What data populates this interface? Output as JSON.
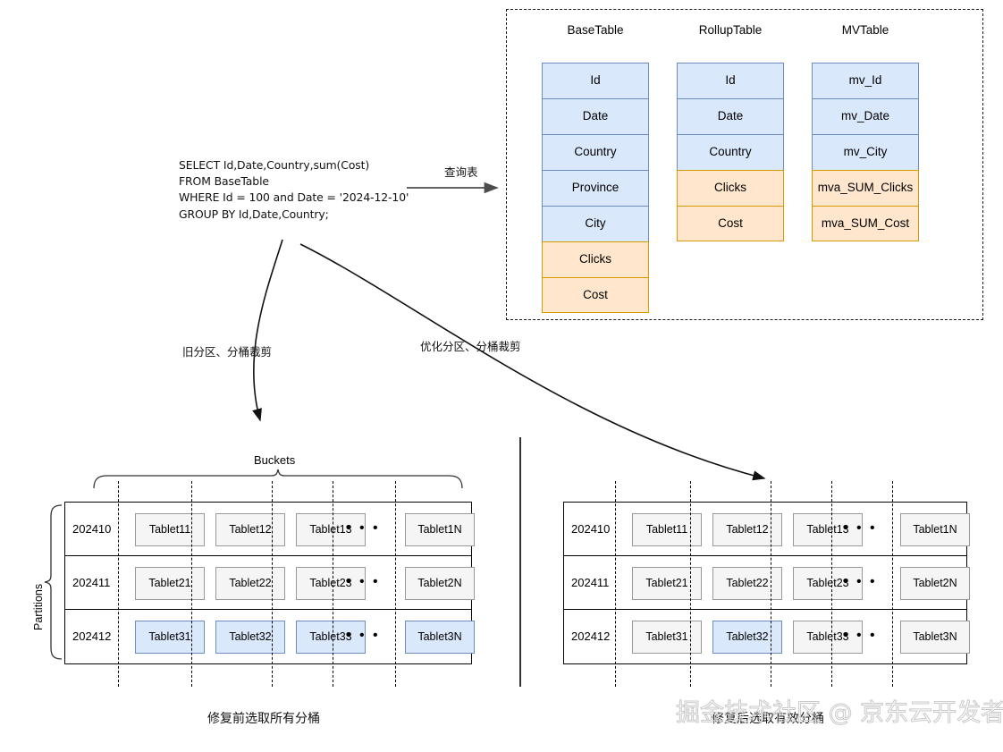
{
  "schema_panel": {
    "tables": [
      {
        "title": "BaseTable",
        "columns": [
          {
            "name": "Id",
            "kind": "key"
          },
          {
            "name": "Date",
            "kind": "key"
          },
          {
            "name": "Country",
            "kind": "key"
          },
          {
            "name": "Province",
            "kind": "key"
          },
          {
            "name": "City",
            "kind": "key"
          },
          {
            "name": "Clicks",
            "kind": "value"
          },
          {
            "name": "Cost",
            "kind": "value"
          }
        ]
      },
      {
        "title": "RollupTable",
        "columns": [
          {
            "name": "Id",
            "kind": "key"
          },
          {
            "name": "Date",
            "kind": "key"
          },
          {
            "name": "Country",
            "kind": "key"
          },
          {
            "name": "Clicks",
            "kind": "value"
          },
          {
            "name": "Cost",
            "kind": "value"
          }
        ]
      },
      {
        "title": "MVTable",
        "columns": [
          {
            "name": "mv_Id",
            "kind": "key"
          },
          {
            "name": "mv_Date",
            "kind": "key"
          },
          {
            "name": "mv_City",
            "kind": "key"
          },
          {
            "name": "mva_SUM_Clicks",
            "kind": "value"
          },
          {
            "name": "mva_SUM_Cost",
            "kind": "value"
          }
        ]
      }
    ]
  },
  "sql": {
    "text": "SELECT Id,Date,Country,sum(Cost)\nFROM BaseTable\nWHERE Id = 100 and Date = '2024-12-10'\nGROUP BY Id,Date,Country;"
  },
  "arrows": {
    "query_table_label": "查询表",
    "old_prune_label": "旧分区、分桶裁剪",
    "optimized_prune_label": "优化分区、分桶裁剪"
  },
  "left_diagram": {
    "buckets_label": "Buckets",
    "partitions_label": "Partitions",
    "caption": "修复前选取所有分桶",
    "ellipsis": "• • •",
    "rows": [
      {
        "partition": "202410",
        "tablets": [
          {
            "label": "Tablet11",
            "highlighted": false
          },
          {
            "label": "Tablet12",
            "highlighted": false
          },
          {
            "label": "Tablet13",
            "highlighted": false
          },
          {
            "label": "Tablet1N",
            "highlighted": false
          }
        ]
      },
      {
        "partition": "202411",
        "tablets": [
          {
            "label": "Tablet21",
            "highlighted": false
          },
          {
            "label": "Tablet22",
            "highlighted": false
          },
          {
            "label": "Tablet23",
            "highlighted": false
          },
          {
            "label": "Tablet2N",
            "highlighted": false
          }
        ]
      },
      {
        "partition": "202412",
        "tablets": [
          {
            "label": "Tablet31",
            "highlighted": true
          },
          {
            "label": "Tablet32",
            "highlighted": true
          },
          {
            "label": "Tablet33",
            "highlighted": true
          },
          {
            "label": "Tablet3N",
            "highlighted": true
          }
        ]
      }
    ]
  },
  "right_diagram": {
    "caption": "修复后选取有效分桶",
    "ellipsis": "• • •",
    "rows": [
      {
        "partition": "202410",
        "tablets": [
          {
            "label": "Tablet11",
            "highlighted": false
          },
          {
            "label": "Tablet12",
            "highlighted": false
          },
          {
            "label": "Tablet13",
            "highlighted": false
          },
          {
            "label": "Tablet1N",
            "highlighted": false
          }
        ]
      },
      {
        "partition": "202411",
        "tablets": [
          {
            "label": "Tablet21",
            "highlighted": false
          },
          {
            "label": "Tablet22",
            "highlighted": false
          },
          {
            "label": "Tablet23",
            "highlighted": false
          },
          {
            "label": "Tablet2N",
            "highlighted": false
          }
        ]
      },
      {
        "partition": "202412",
        "tablets": [
          {
            "label": "Tablet31",
            "highlighted": false
          },
          {
            "label": "Tablet32",
            "highlighted": true
          },
          {
            "label": "Tablet33",
            "highlighted": false
          },
          {
            "label": "Tablet3N",
            "highlighted": false
          }
        ]
      }
    ]
  },
  "watermark": {
    "text": "掘金技术社区 @ 京东云开发者"
  },
  "colors": {
    "key_fill": "#dae8fc",
    "key_border": "#6c8ebf",
    "value_fill": "#ffe6cc",
    "value_border": "#d79b00",
    "tablet_fill": "#f5f5f5",
    "tablet_border": "#999999",
    "line": "#000000",
    "watermark": "#c9c9c9"
  }
}
